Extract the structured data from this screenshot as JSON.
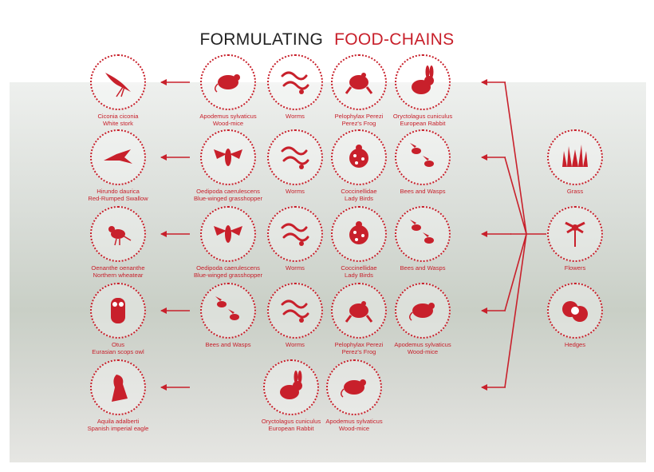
{
  "title": {
    "part1": "FORMULATING",
    "part2": "FOOD-CHAINS"
  },
  "colors": {
    "accent": "#c8202b",
    "title_dark": "#222222"
  },
  "predators": [
    {
      "icon": "stork-icon",
      "name": "Ciconia ciconia",
      "common": "White stork"
    },
    {
      "icon": "swallow-icon",
      "name": "Hirundo daurica",
      "common": "Red-Rumped Swallow"
    },
    {
      "icon": "wheatear-icon",
      "name": "Oenanthe oenanthe",
      "common": "Northern wheatear"
    },
    {
      "icon": "owl-icon",
      "name": "Otus",
      "common": "Eurasian scops owl"
    },
    {
      "icon": "eagle-icon",
      "name": "Aquila adalberti",
      "common": "Spanish imperial eagle"
    }
  ],
  "rows": [
    [
      {
        "icon": "mouse-icon",
        "name": "Apodemus sylvaticus",
        "common": "Wood-mice"
      },
      {
        "icon": "worm-icon",
        "name": "Worms",
        "common": ""
      },
      {
        "icon": "frog-icon",
        "name": "Pelophylax Perezi",
        "common": "Perez's Frog"
      },
      {
        "icon": "rabbit-icon",
        "name": "Oryctolagus cuniculus",
        "common": "European Rabbit"
      }
    ],
    [
      {
        "icon": "grasshopper-icon",
        "name": "Oedipoda caerulescens",
        "common": "Blue-winged grasshopper"
      },
      {
        "icon": "worm-icon",
        "name": "Worms",
        "common": ""
      },
      {
        "icon": "ladybird-icon",
        "name": "Coccinellidae",
        "common": "Lady Birds"
      },
      {
        "icon": "bee-icon",
        "name": "Bees and Wasps",
        "common": ""
      }
    ],
    [
      {
        "icon": "grasshopper-icon",
        "name": "Oedipoda caerulescens",
        "common": "Blue-winged grasshopper"
      },
      {
        "icon": "worm-icon",
        "name": "Worms",
        "common": ""
      },
      {
        "icon": "ladybird-icon",
        "name": "Coccinellidae",
        "common": "Lady Birds"
      },
      {
        "icon": "bee-icon",
        "name": "Bees and Wasps",
        "common": ""
      }
    ],
    [
      {
        "icon": "bee-icon",
        "name": "Bees and Wasps",
        "common": ""
      },
      {
        "icon": "worm-icon",
        "name": "Worms",
        "common": ""
      },
      {
        "icon": "frog-icon",
        "name": "Pelophylax Perezi",
        "common": "Perez's Frog"
      },
      {
        "icon": "mouse-icon",
        "name": "Apodemus sylvaticus",
        "common": "Wood-mice"
      }
    ],
    [
      {
        "icon": "rabbit-icon",
        "name": "Oryctolagus cuniculus",
        "common": "European Rabbit"
      },
      {
        "icon": "mouse-icon",
        "name": "Apodemus sylvaticus",
        "common": "Wood-mice"
      }
    ]
  ],
  "producers": [
    {
      "icon": "grass-icon",
      "name": "Grass",
      "common": ""
    },
    {
      "icon": "flower-icon",
      "name": "Flowers",
      "common": ""
    },
    {
      "icon": "hedge-icon",
      "name": "Hedges",
      "common": ""
    }
  ]
}
